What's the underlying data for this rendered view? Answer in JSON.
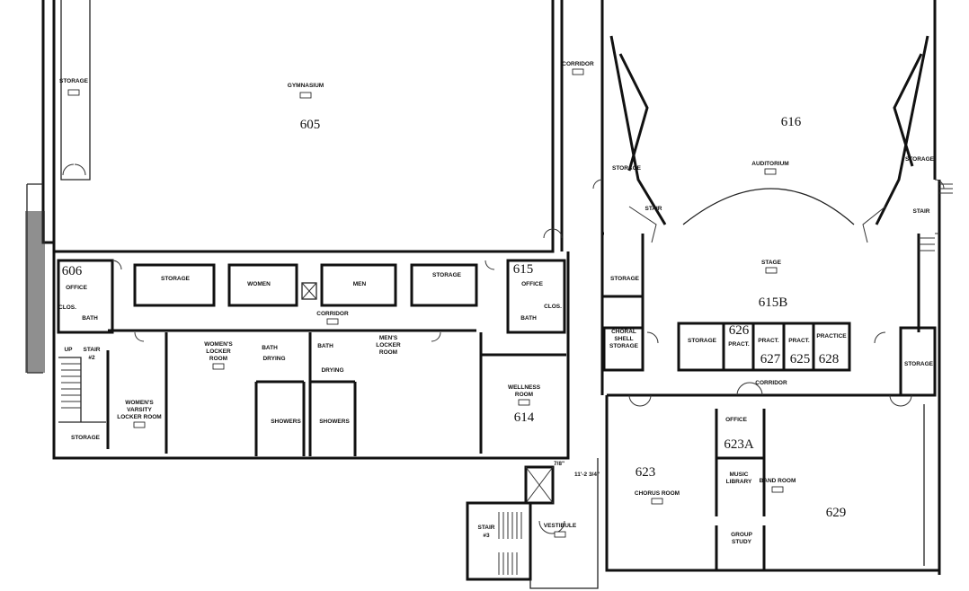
{
  "rooms": {
    "storage_605a": "STORAGE",
    "gymnasium": "GYMNASIUM",
    "gym_number": "605",
    "corridor_top": "CORRIDOR",
    "auditorium": "AUDITORIUM",
    "auditorium_number": "616",
    "storage_617": "STORAGE",
    "storage_620": "STORAGE",
    "stair_left": "STAIR",
    "stair_right": "STAIR",
    "stage": "STAGE",
    "stage_number": "615B",
    "office_606_number": "606",
    "office_606": "OFFICE",
    "clos_left": "CLOS.",
    "bath_left": "BATH",
    "storage_609": "STORAGE",
    "women": "WOMEN",
    "men": "MEN",
    "storage_612": "STORAGE",
    "office_615_number": "615",
    "office_615": "OFFICE",
    "clos_right": "CLOS.",
    "bath_right": "BATH",
    "corridor_main": "CORRIDOR",
    "stair2": "STAIR",
    "stair2_num": "#2",
    "up": "UP",
    "womens_locker_1": "WOMEN'S",
    "womens_locker_2": "LOCKER",
    "womens_locker_3": "ROOM",
    "bath_women_locker": "BATH",
    "drying_women": "DRYING",
    "mens_locker_1": "MEN'S",
    "mens_locker_2": "LOCKER",
    "mens_locker_3": "ROOM",
    "bath_men_locker": "BATH",
    "drying_men": "DRYING",
    "varsity_1": "WOMEN'S",
    "varsity_2": "VARSITY",
    "varsity_3": "LOCKER ROOM",
    "showers_women": "SHOWERS",
    "showers_men": "SHOWERS",
    "storage_stair": "STORAGE",
    "wellness_1": "WELLNESS",
    "wellness_2": "ROOM",
    "wellness_number": "614",
    "choral_1": "CHORAL",
    "choral_2": "SHELL",
    "choral_3": "STORAGE",
    "storage_624": "STORAGE",
    "pract_626": "PRACT.",
    "pract_626_number": "626",
    "pract_627": "PRACT.",
    "pract_627_number": "627",
    "pract_625": "PRACT.",
    "pract_625_number": "625",
    "practice_628": "PRACTICE",
    "practice_628_number": "628",
    "storage_630": "STORAGE",
    "storage_631": "STORAGE",
    "corridor_music": "CORRIDOR",
    "office_623a": "OFFICE",
    "office_623a_number": "623A",
    "chorus_number": "623",
    "chorus": "CHORUS ROOM",
    "music_lib_1": "MUSIC",
    "music_lib_2": "LIBRARY",
    "band": "BAND ROOM",
    "band_number": "629",
    "group_1": "GROUP",
    "group_2": "STUDY",
    "stair3": "STAIR",
    "stair3_num": "#3",
    "vestibule": "VESTIBULE",
    "dim_1": "7/8\"",
    "dim_2": "11'-2 3/4\""
  }
}
